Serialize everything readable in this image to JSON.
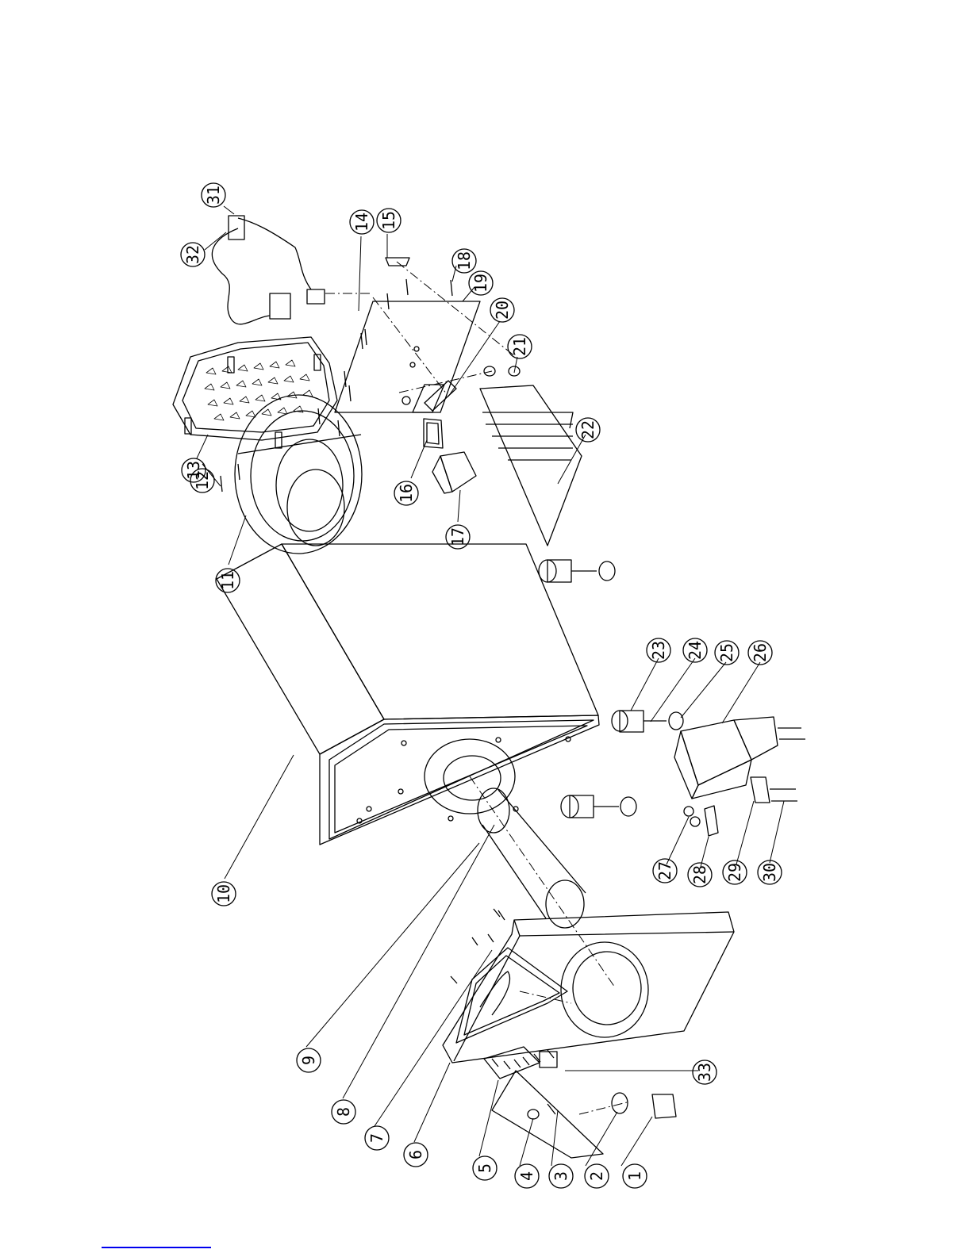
{
  "colors": {
    "line": "#000000",
    "paper": "#ffffff",
    "link": "#0000ee"
  },
  "callouts": [
    "1",
    "2",
    "3",
    "4",
    "5",
    "6",
    "7",
    "8",
    "9",
    "10",
    "11",
    "12",
    "13",
    "14",
    "15",
    "16",
    "17",
    "18",
    "19",
    "20",
    "21",
    "22",
    "23",
    "24",
    "25",
    "26",
    "27",
    "28",
    "29",
    "30",
    "31",
    "32",
    "33"
  ]
}
